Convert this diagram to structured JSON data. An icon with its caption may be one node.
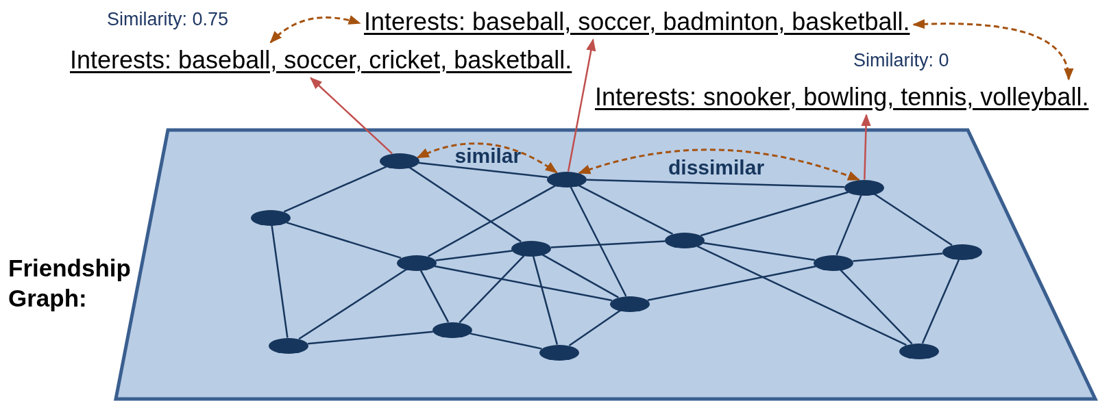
{
  "diagram": {
    "nodes": [
      {
        "text": [
          "Interests: baseball, soccer, badminton, basketball."
        ]
      },
      {
        "text": [
          "Interests: baseball, soccer, cricket, basketball."
        ]
      },
      {
        "text": [
          "Interests: snooker, bowling, tennis, volleyball."
        ]
      },
      {
        "text": [],
        "shape": "ellipse"
      },
      {
        "text": [],
        "shape": "ellipse"
      },
      {
        "text": [],
        "shape": "ellipse"
      },
      {
        "text": [],
        "shape": "ellipse"
      },
      {
        "text": [],
        "shape": "ellipse"
      },
      {
        "text": [],
        "shape": "ellipse"
      },
      {
        "text": [],
        "shape": "ellipse"
      },
      {
        "text": [],
        "shape": "ellipse"
      },
      {
        "text": [],
        "shape": "ellipse"
      },
      {
        "text": [],
        "shape": "ellipse"
      },
      {
        "text": [],
        "shape": "ellipse"
      },
      {
        "text": [],
        "shape": "ellipse"
      },
      {
        "text": [],
        "shape": "ellipse"
      },
      {
        "text": [],
        "shape": "ellipse"
      }
    ],
    "edges": [
      {
        "from": 1,
        "to": 0,
        "arrow": "both",
        "label": "Similarity: 0.75",
        "style": "dashed",
        "color": "#a5520f"
      },
      {
        "from": 0,
        "to": 2,
        "arrow": "both",
        "label": "Similarity: 0",
        "style": "dashed",
        "color": "#a5520f"
      },
      {
        "from": 3,
        "to": 1,
        "arrow": "to",
        "color": "#c0504d"
      },
      {
        "from": 4,
        "to": 0,
        "arrow": "to",
        "color": "#c0504d"
      },
      {
        "from": 5,
        "to": 2,
        "arrow": "to",
        "color": "#c0504d"
      },
      {
        "from": 3,
        "to": 4,
        "arrow": "both",
        "label": "similar",
        "style": "dashed",
        "color": "#a5520f"
      },
      {
        "from": 4,
        "to": 5,
        "arrow": "both",
        "label": "dissimilar",
        "style": "dashed",
        "color": "#a5520f"
      },
      {
        "from": 3,
        "to": 6,
        "arrow": "none"
      },
      {
        "from": 3,
        "to": 4,
        "arrow": "none"
      },
      {
        "from": 3,
        "to": 8,
        "arrow": "none"
      },
      {
        "from": 6,
        "to": 10,
        "arrow": "none"
      },
      {
        "from": 6,
        "to": 14,
        "arrow": "none"
      },
      {
        "from": 4,
        "to": 10,
        "arrow": "none"
      },
      {
        "from": 4,
        "to": 7,
        "arrow": "none"
      },
      {
        "from": 4,
        "to": 12,
        "arrow": "none"
      },
      {
        "from": 4,
        "to": 5,
        "arrow": "none"
      },
      {
        "from": 10,
        "to": 8,
        "arrow": "none"
      },
      {
        "from": 10,
        "to": 12,
        "arrow": "none"
      },
      {
        "from": 10,
        "to": 13,
        "arrow": "none"
      },
      {
        "from": 10,
        "to": 14,
        "arrow": "none"
      },
      {
        "from": 8,
        "to": 7,
        "arrow": "none"
      },
      {
        "from": 8,
        "to": 13,
        "arrow": "none"
      },
      {
        "from": 8,
        "to": 16,
        "arrow": "none"
      },
      {
        "from": 8,
        "to": 12,
        "arrow": "none"
      },
      {
        "from": 13,
        "to": 16,
        "arrow": "none"
      },
      {
        "from": 13,
        "to": 14,
        "arrow": "none"
      },
      {
        "from": 16,
        "to": 12,
        "arrow": "none"
      },
      {
        "from": 7,
        "to": 5,
        "arrow": "none"
      },
      {
        "from": 7,
        "to": 11,
        "arrow": "none"
      },
      {
        "from": 7,
        "to": 15,
        "arrow": "none"
      },
      {
        "from": 12,
        "to": 11,
        "arrow": "none"
      },
      {
        "from": 5,
        "to": 11,
        "arrow": "none"
      },
      {
        "from": 5,
        "to": 9,
        "arrow": "none"
      },
      {
        "from": 11,
        "to": 9,
        "arrow": "none"
      },
      {
        "from": 11,
        "to": 15,
        "arrow": "none"
      },
      {
        "from": 9,
        "to": 15,
        "arrow": "none"
      }
    ],
    "labels": [
      "Friendship Graph:"
    ]
  }
}
